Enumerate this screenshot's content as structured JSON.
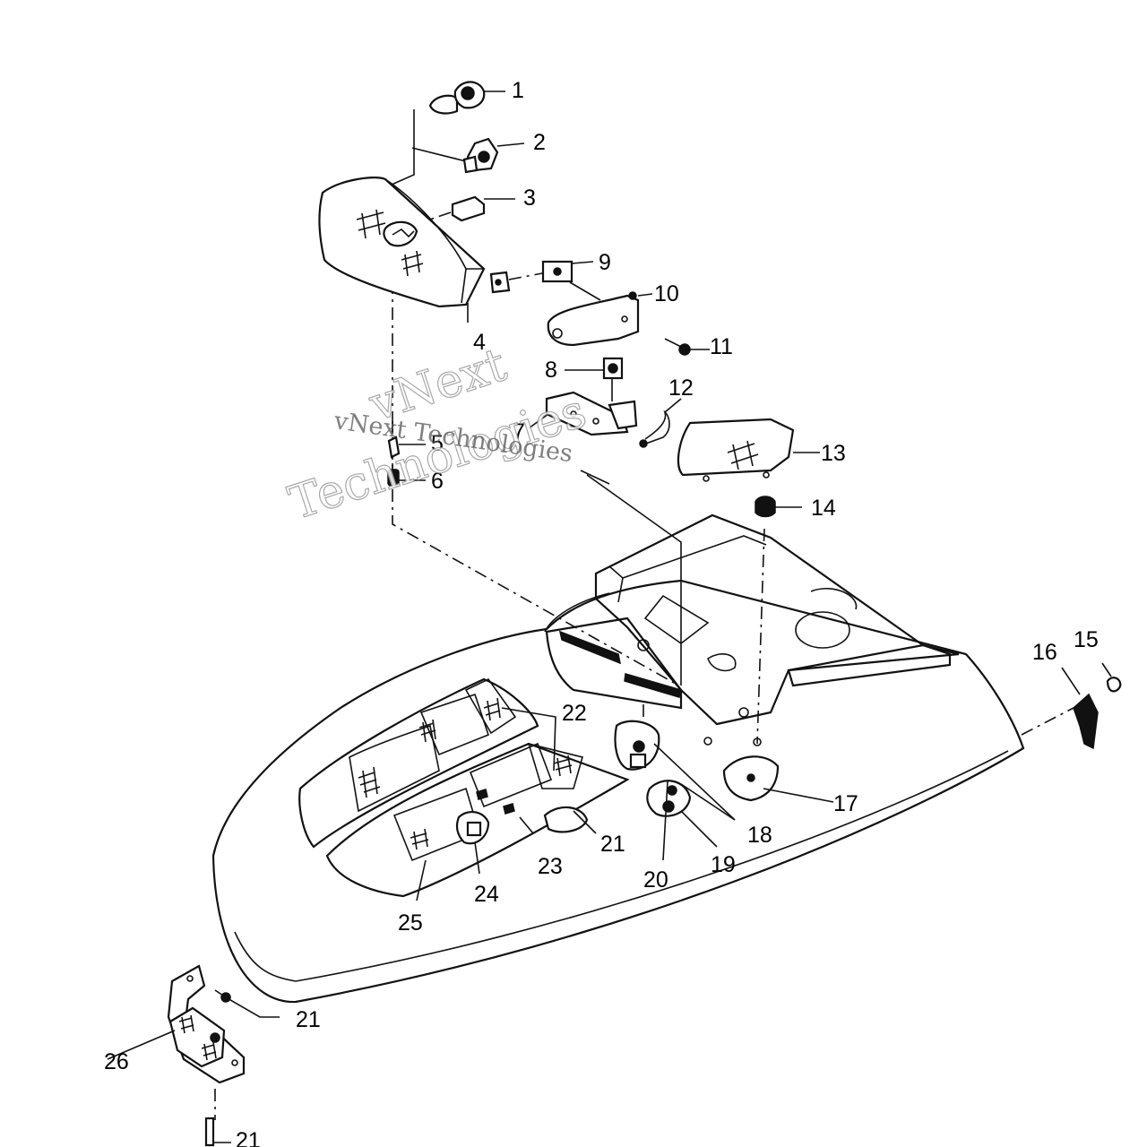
{
  "callouts": [
    {
      "id": "c1",
      "text": "1"
    },
    {
      "id": "c2",
      "text": "2"
    },
    {
      "id": "c3",
      "text": "3"
    },
    {
      "id": "c4",
      "text": "4"
    },
    {
      "id": "c5",
      "text": "5"
    },
    {
      "id": "c6",
      "text": "6"
    },
    {
      "id": "c7",
      "text": "7"
    },
    {
      "id": "c8",
      "text": "8"
    },
    {
      "id": "c9",
      "text": "9"
    },
    {
      "id": "c10",
      "text": "10"
    },
    {
      "id": "c11",
      "text": "11"
    },
    {
      "id": "c12",
      "text": "12"
    },
    {
      "id": "c13",
      "text": "13"
    },
    {
      "id": "c14",
      "text": "14"
    },
    {
      "id": "c15",
      "text": "15"
    },
    {
      "id": "c16",
      "text": "16"
    },
    {
      "id": "c17",
      "text": "17"
    },
    {
      "id": "c18",
      "text": "18"
    },
    {
      "id": "c19",
      "text": "19"
    },
    {
      "id": "c20",
      "text": "20"
    },
    {
      "id": "c21a",
      "text": "21"
    },
    {
      "id": "c21b",
      "text": "21"
    },
    {
      "id": "c21c",
      "text": "21"
    },
    {
      "id": "c22",
      "text": "22"
    },
    {
      "id": "c23",
      "text": "23"
    },
    {
      "id": "c24",
      "text": "24"
    },
    {
      "id": "c25",
      "text": "25"
    },
    {
      "id": "c26",
      "text": "26"
    }
  ],
  "watermark": {
    "line1": "vNext",
    "line2": "Technologies",
    "overlay": "vNext Technologies"
  },
  "colors": {
    "ink": "#111111",
    "paper": "#ffffff",
    "watermark": "#9a9a9a"
  }
}
